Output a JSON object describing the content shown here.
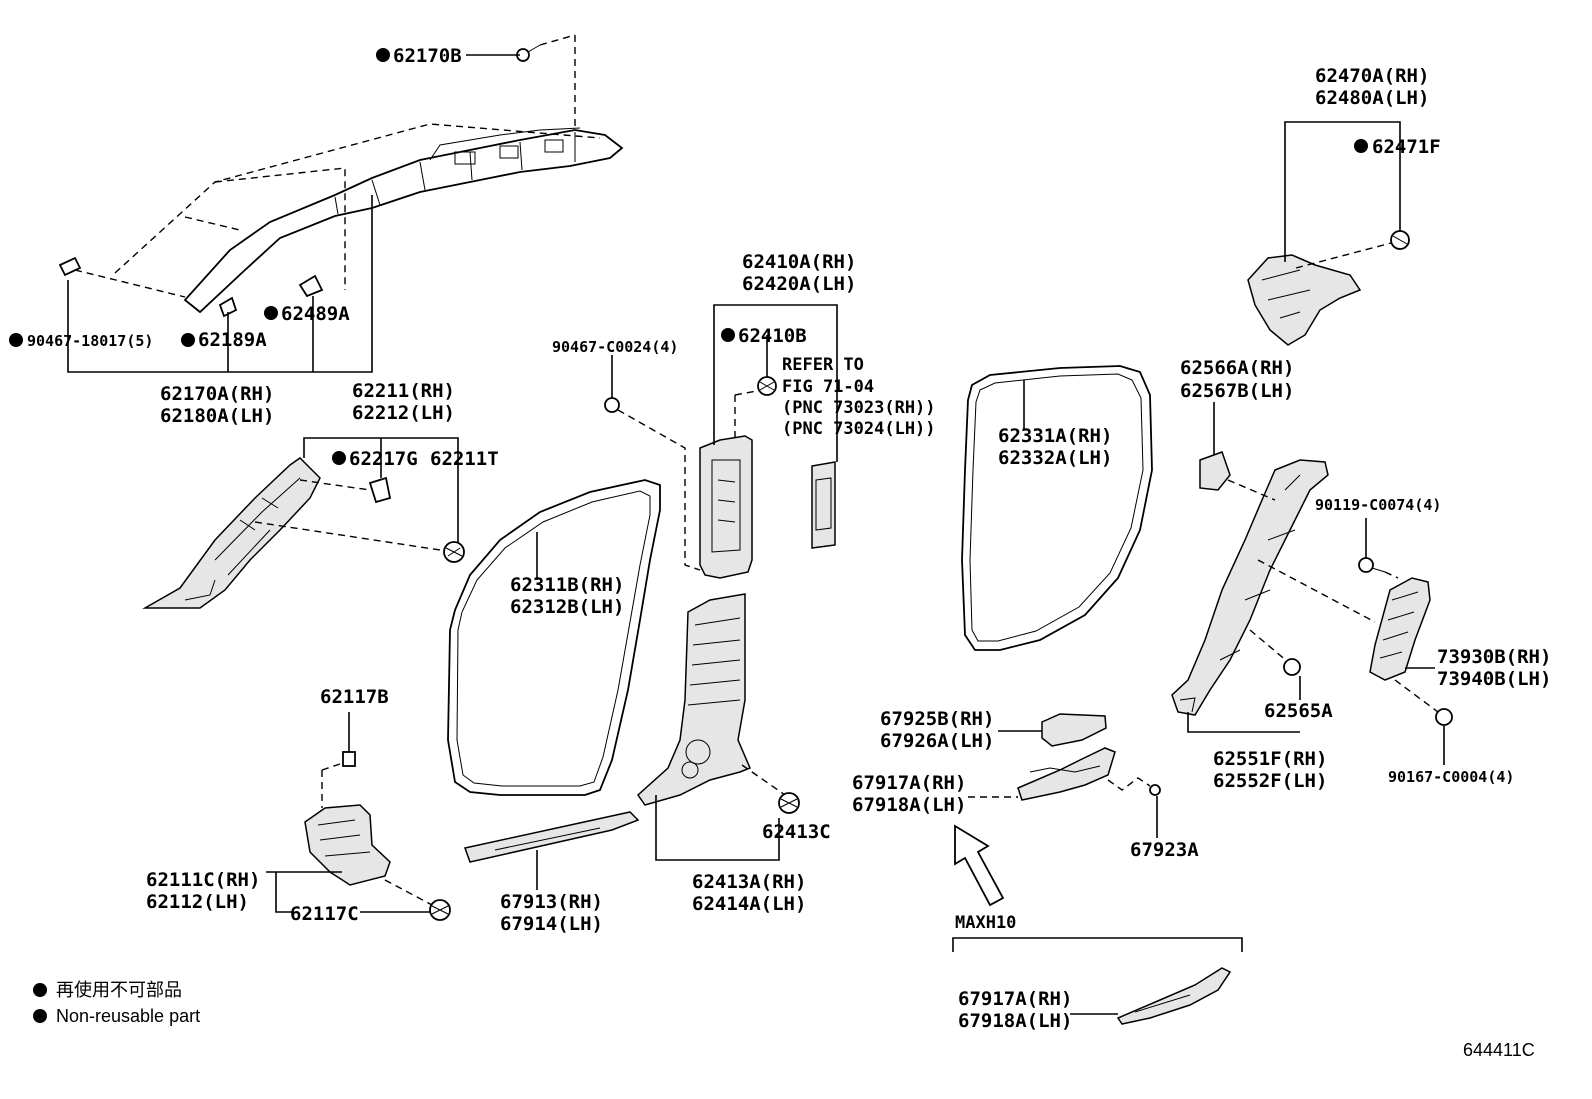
{
  "labels": {
    "p62170B": "62170B",
    "p90467_18017": "90467-18017(5)",
    "p62189A": "62189A",
    "p62489A": "62489A",
    "p62170A": "62170A(RH)",
    "p62180A": "62180A(LH)",
    "p62211": "62211(RH)",
    "p62212": "62212(LH)",
    "p62217G": "62217G",
    "p62211T": "62211T",
    "p90467_C0024": "90467-C0024(4)",
    "p62410A": "62410A(RH)",
    "p62420A": "62420A(LH)",
    "p62410B": "62410B",
    "ref_line1": "REFER TO",
    "ref_line2": "FIG 71-04",
    "ref_line3": "(PNC 73023(RH))",
    "ref_line4": "(PNC 73024(LH))",
    "p62311B": "62311B(RH)",
    "p62312B": "62312B(LH)",
    "p62331A": "62331A(RH)",
    "p62332A": "62332A(LH)",
    "p62470A": "62470A(RH)",
    "p62480A": "62480A(LH)",
    "p62471F": "62471F",
    "p62566A": "62566A(RH)",
    "p62567B": "62567B(LH)",
    "p90119_C0074": "90119-C0074(4)",
    "p73930B": "73930B(RH)",
    "p73940B": "73940B(LH)",
    "p62565A": "62565A",
    "p62551F": "62551F(RH)",
    "p62552F": "62552F(LH)",
    "p90167_C0004": "90167-C0004(4)",
    "p62117B": "62117B",
    "p62111C": "62111C(RH)",
    "p62112": "62112(LH)",
    "p62117C": "62117C",
    "p67913": "67913(RH)",
    "p67914": "67914(LH)",
    "p62413C": "62413C",
    "p62413A": "62413A(RH)",
    "p62414A": "62414A(LH)",
    "p67925B": "67925B(RH)",
    "p67926A": "67926A(LH)",
    "p67917A_a": "67917A(RH)",
    "p67918A_a": "67918A(LH)",
    "p67923A": "67923A",
    "maxh10": "MAXH10",
    "p67917A_b": "67917A(RH)",
    "p67918A_b": "67918A(LH)"
  },
  "legend": {
    "jp": "再使用不可部品",
    "en": "Non-reusable part"
  },
  "figure_id": "644411C"
}
